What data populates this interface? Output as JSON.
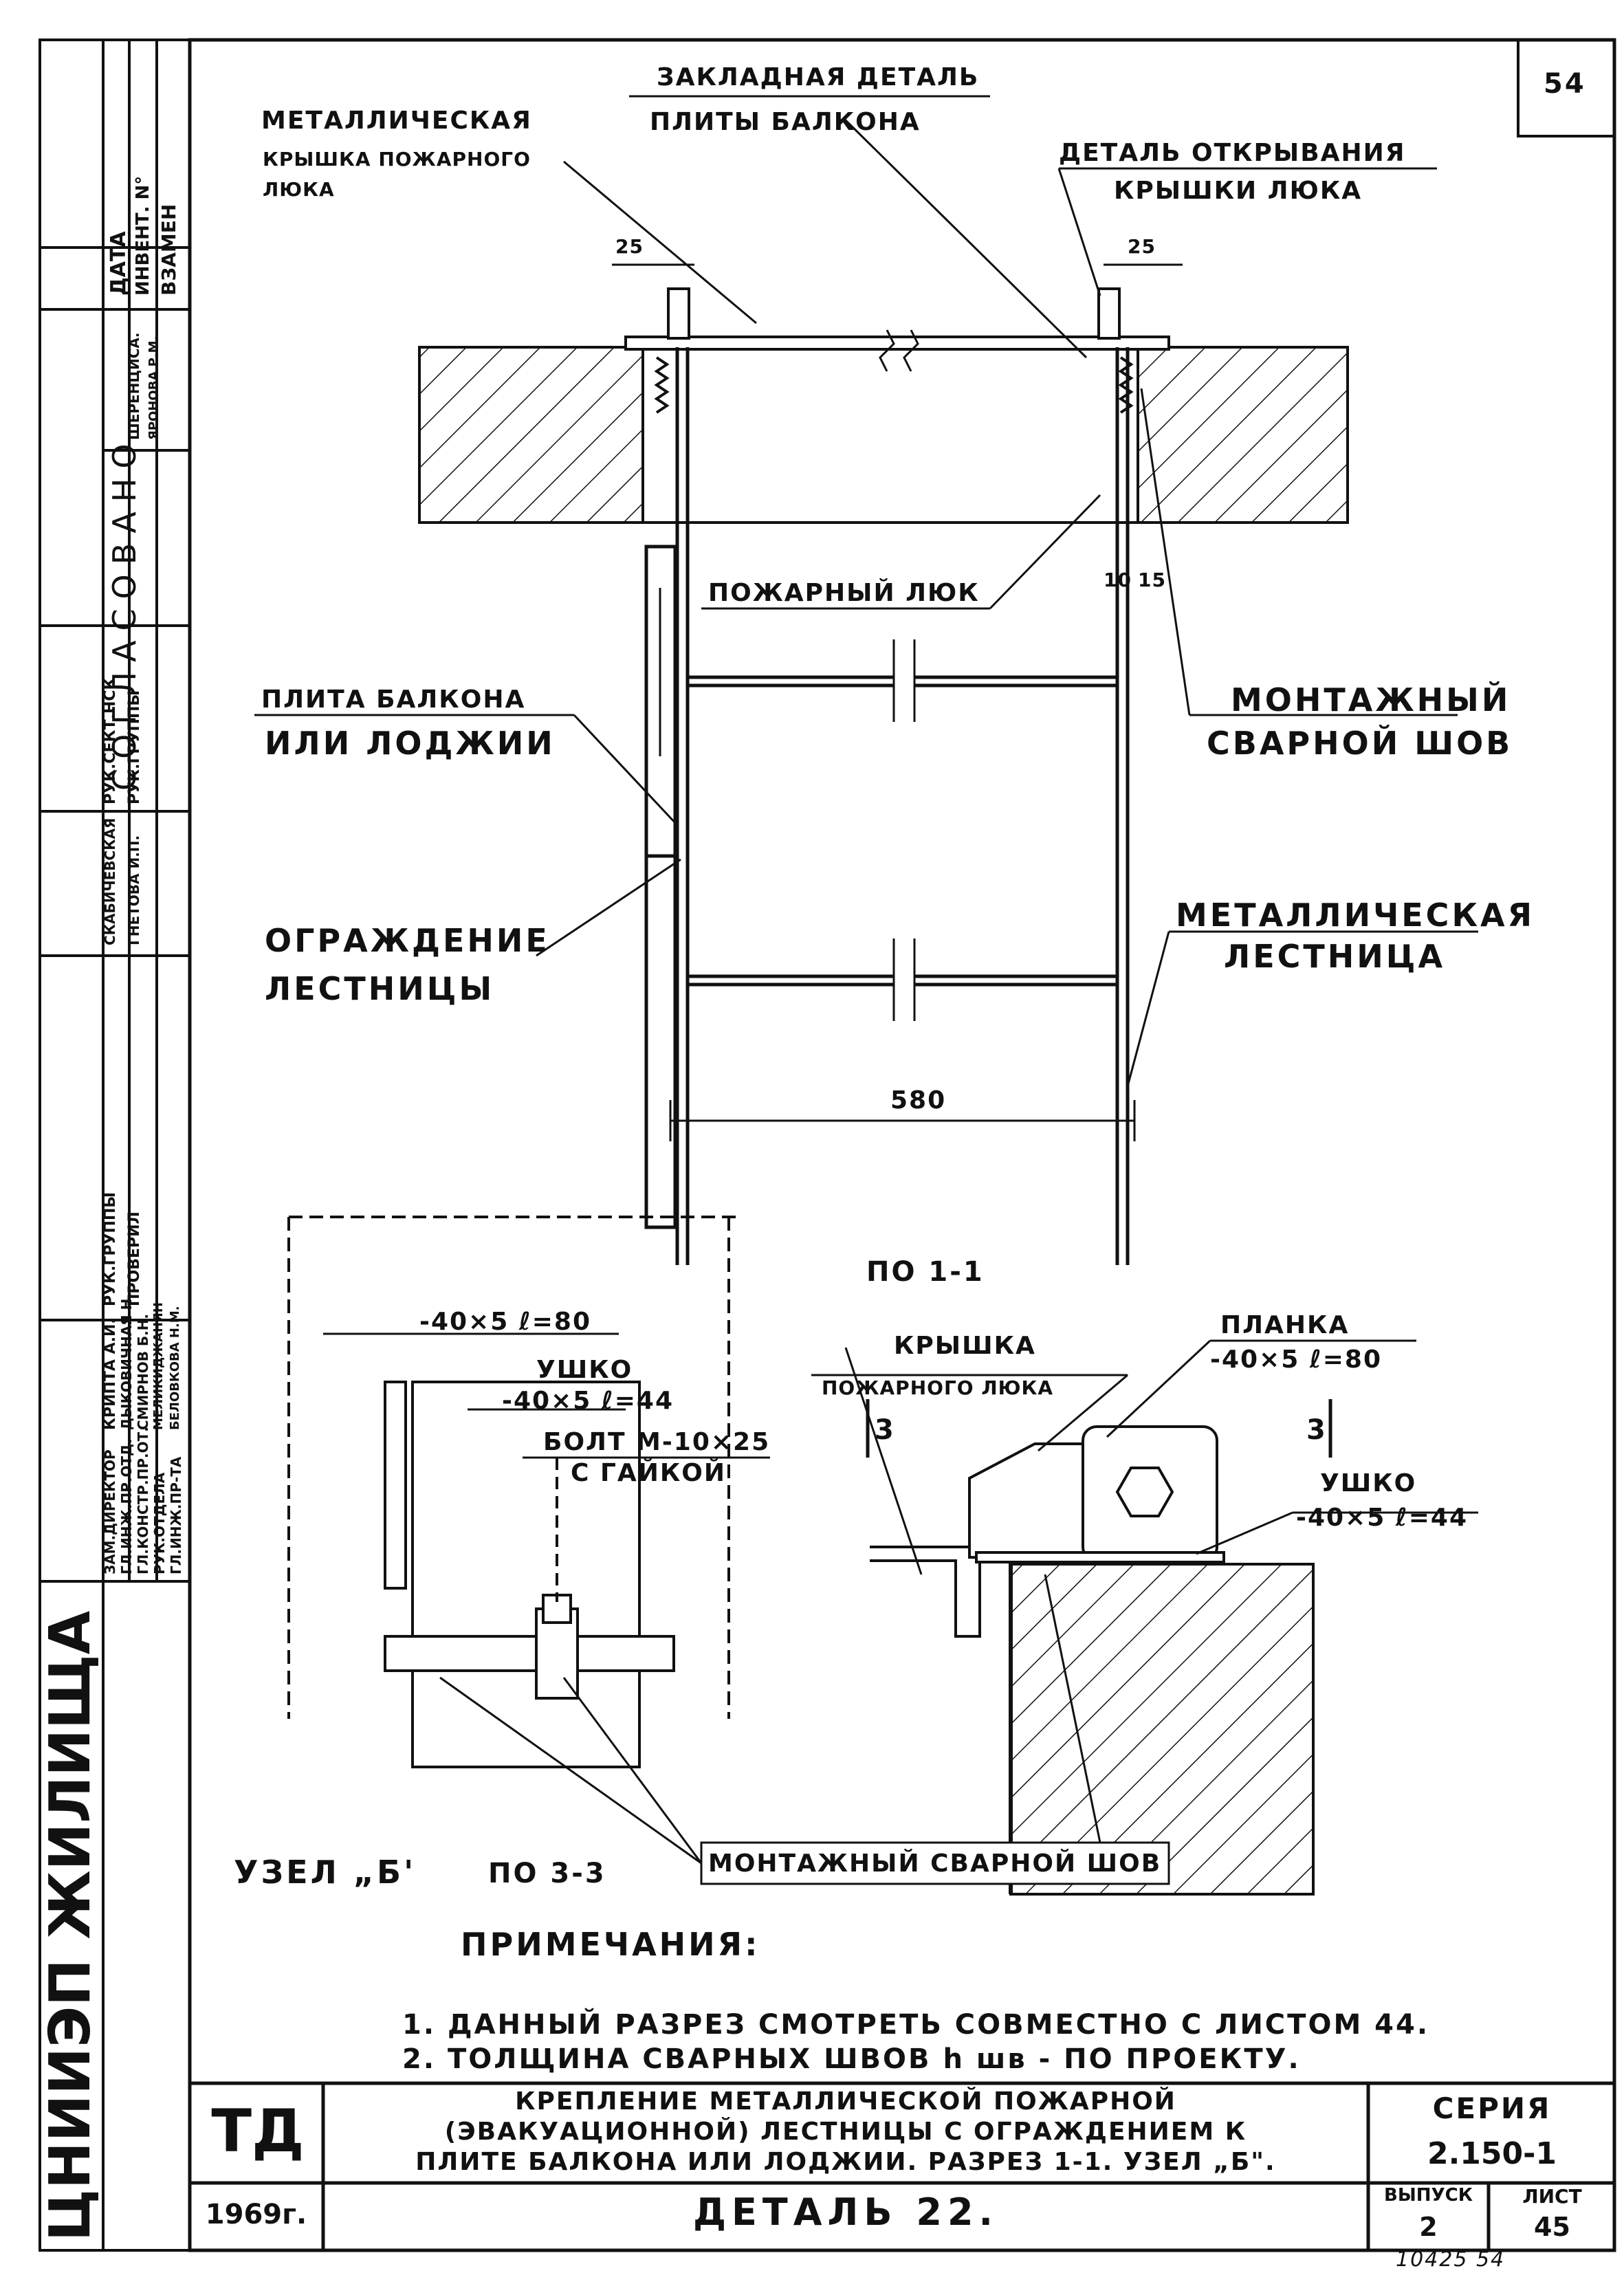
{
  "sheet_number": "54",
  "top_labels": {
    "embedded_part": [
      "ЗАКЛАДНАЯ ДЕТАЛЬ",
      "ПЛИТЫ БАЛКОНА"
    ],
    "metal_cover": [
      "МЕТАЛЛИЧЕСКАЯ",
      "КРЫШКА ПОЖАРНОГО",
      "ЛЮКА"
    ],
    "opening_part": [
      "ДЕТАЛЬ ОТКРЫВАНИЯ",
      "КРЫШКИ ЛЮКА"
    ],
    "fire_hatch": "ПОЖАРНЫЙ ЛЮК",
    "balcony_slab": [
      "ПЛИТА БАЛКОНА",
      "ИЛИ ЛОДЖИИ"
    ],
    "mounting_weld": [
      "МОНТАЖНЫЙ",
      "СВАРНОЙ ШОВ"
    ],
    "ladder_guard": [
      "ОГРАЖДЕНИЕ",
      "ЛЕСТНИЦЫ"
    ],
    "metal_ladder": [
      "МЕТАЛЛИЧЕСКАЯ",
      "ЛЕСТНИЦА"
    ]
  },
  "dimensions": {
    "left_25": "25",
    "right_25": "25",
    "d10": "10",
    "d15": "15",
    "width_580": "580"
  },
  "section_caption": "ПО 1-1",
  "node_labels": {
    "plate1": "-40×5 ℓ=80",
    "ear": "УШКО",
    "ear_dim": "-40×5 ℓ=44",
    "bolt": "БОЛТ М-10×25",
    "nut": "С ГАЙКОЙ",
    "cover": [
      "КРЫШКА",
      "ПОЖАРНОГО ЛЮКА"
    ],
    "planka": [
      "ПЛАНКА",
      "-40×5 ℓ=80"
    ],
    "ear_right": [
      "УШКО",
      "-40×5 ℓ=44"
    ],
    "cut_left": "3",
    "cut_right": "3",
    "weld": "МОНТАЖНЫЙ СВАРНОЙ ШОВ",
    "node_name": "УЗЕЛ „Б'",
    "section_33": "ПО 3-3"
  },
  "notes": {
    "title": "ПРИМЕЧАНИЯ:",
    "items": [
      "1.  ДАННЫЙ РАЗРЕЗ СМОТРЕТЬ СОВМЕСТНО С ЛИСТОМ 44.",
      "2.  ТОЛЩИНА СВАРНЫХ ШВОВ  h шв - ПО ПРОЕКТУ."
    ]
  },
  "title_block": {
    "td": "ТД",
    "title": [
      "КРЕПЛЕНИЕ МЕТАЛЛИЧЕСКОЙ ПОЖАРНОЙ",
      "(ЭВАКУАЦИОННОЙ) ЛЕСТНИЦЫ С ОГРАЖДЕНИЕМ К",
      "ПЛИТЕ БАЛКОНА ИЛИ ЛОДЖИИ. РАЗРЕЗ 1-1. УЗЕЛ „Б\"."
    ],
    "series_label": "СЕРИЯ",
    "series_value": "2.150-1",
    "year": "1969г.",
    "detail": "ДЕТАЛЬ 22.",
    "issue_label": "ВЫПУСК",
    "issue_value": "2",
    "sheet_label": "ЛИСТ",
    "sheet_value": "45",
    "handwritten_bottom": "10425  54"
  },
  "side_stamp": {
    "org": "ЦНИИЭП ЖИЛИЩА",
    "agreed": "СОГЛАСОВАНО",
    "date": "ДАТА",
    "inv": "ИНВЕНТ. N°",
    "replace": "ВЗАМЕН",
    "roles": [
      "ЗАМ.ДИРЕКТОР",
      "ГЛ.ИНЖ.ПР.ОТД.",
      "ГЛ.КОНСТР.ПР.ОТ.",
      "РУК.ОТДЕЛА",
      "ГЛ.ИНЖ.ПР-ТА",
      "РУК.ГРУППЫ",
      "ПРОВЕРИЛ",
      "РУК.СЕКТ.НСК",
      "РУК.ГРУППЫ"
    ],
    "names": [
      "КРИПТА А.И.",
      "ДЫКОВИЧНАЯ Н.",
      "СМИРНОВ Б.Н.",
      "МЕЛИКИДЖАНЯН",
      "БЕЛОВКОВА Н.М.",
      "СКАБИЧЕВСКАЯ",
      "ГНЕТОВА И.П.",
      "ШЕРЕНЦИСА.",
      "ЯРОНОВА Р.М."
    ]
  }
}
